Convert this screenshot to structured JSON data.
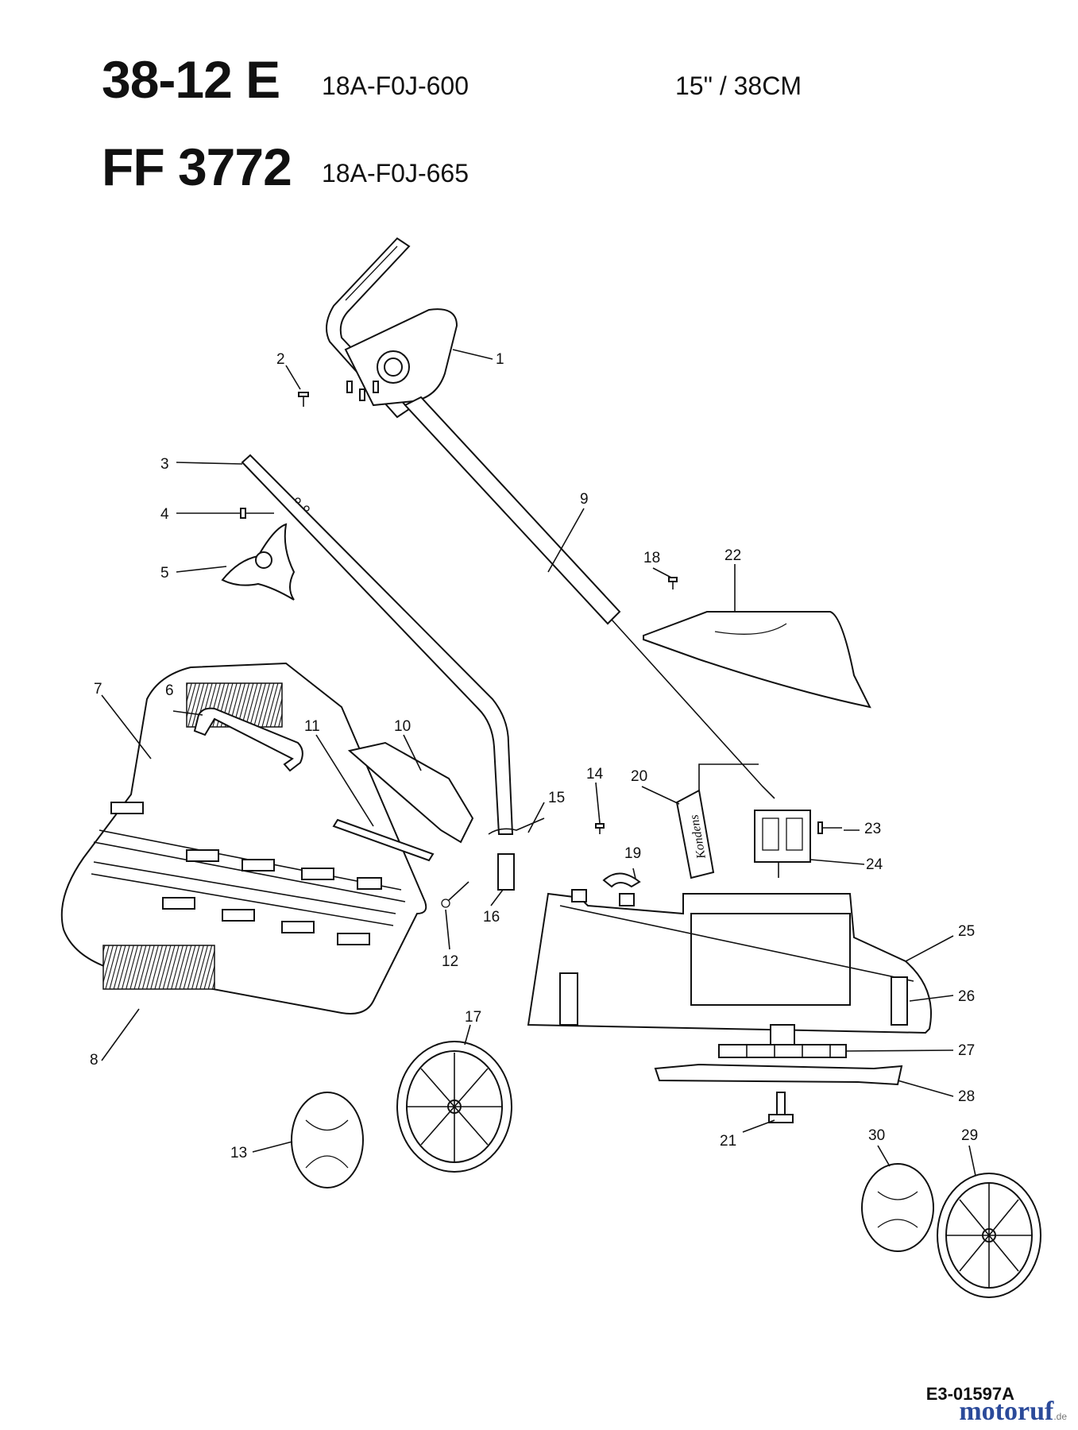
{
  "header": {
    "model_1": "38-12 E",
    "code_1": "18A-F0J-600",
    "size": "15\"  / 38CM",
    "model_2": "FF 3772",
    "code_2": "18A-F0J-665"
  },
  "callouts": [
    "1",
    "2",
    "3",
    "4",
    "5",
    "6",
    "7",
    "8",
    "9",
    "10",
    "11",
    "12",
    "13",
    "14",
    "15",
    "16",
    "17",
    "18",
    "19",
    "20",
    "21",
    "22",
    "23",
    "24",
    "25",
    "26",
    "27",
    "28",
    "29",
    "30"
  ],
  "switch_label": "Kondens",
  "footer": {
    "doc_id": "E3-01597A",
    "logo": "motoruf",
    "logo_suffix": ".de"
  }
}
